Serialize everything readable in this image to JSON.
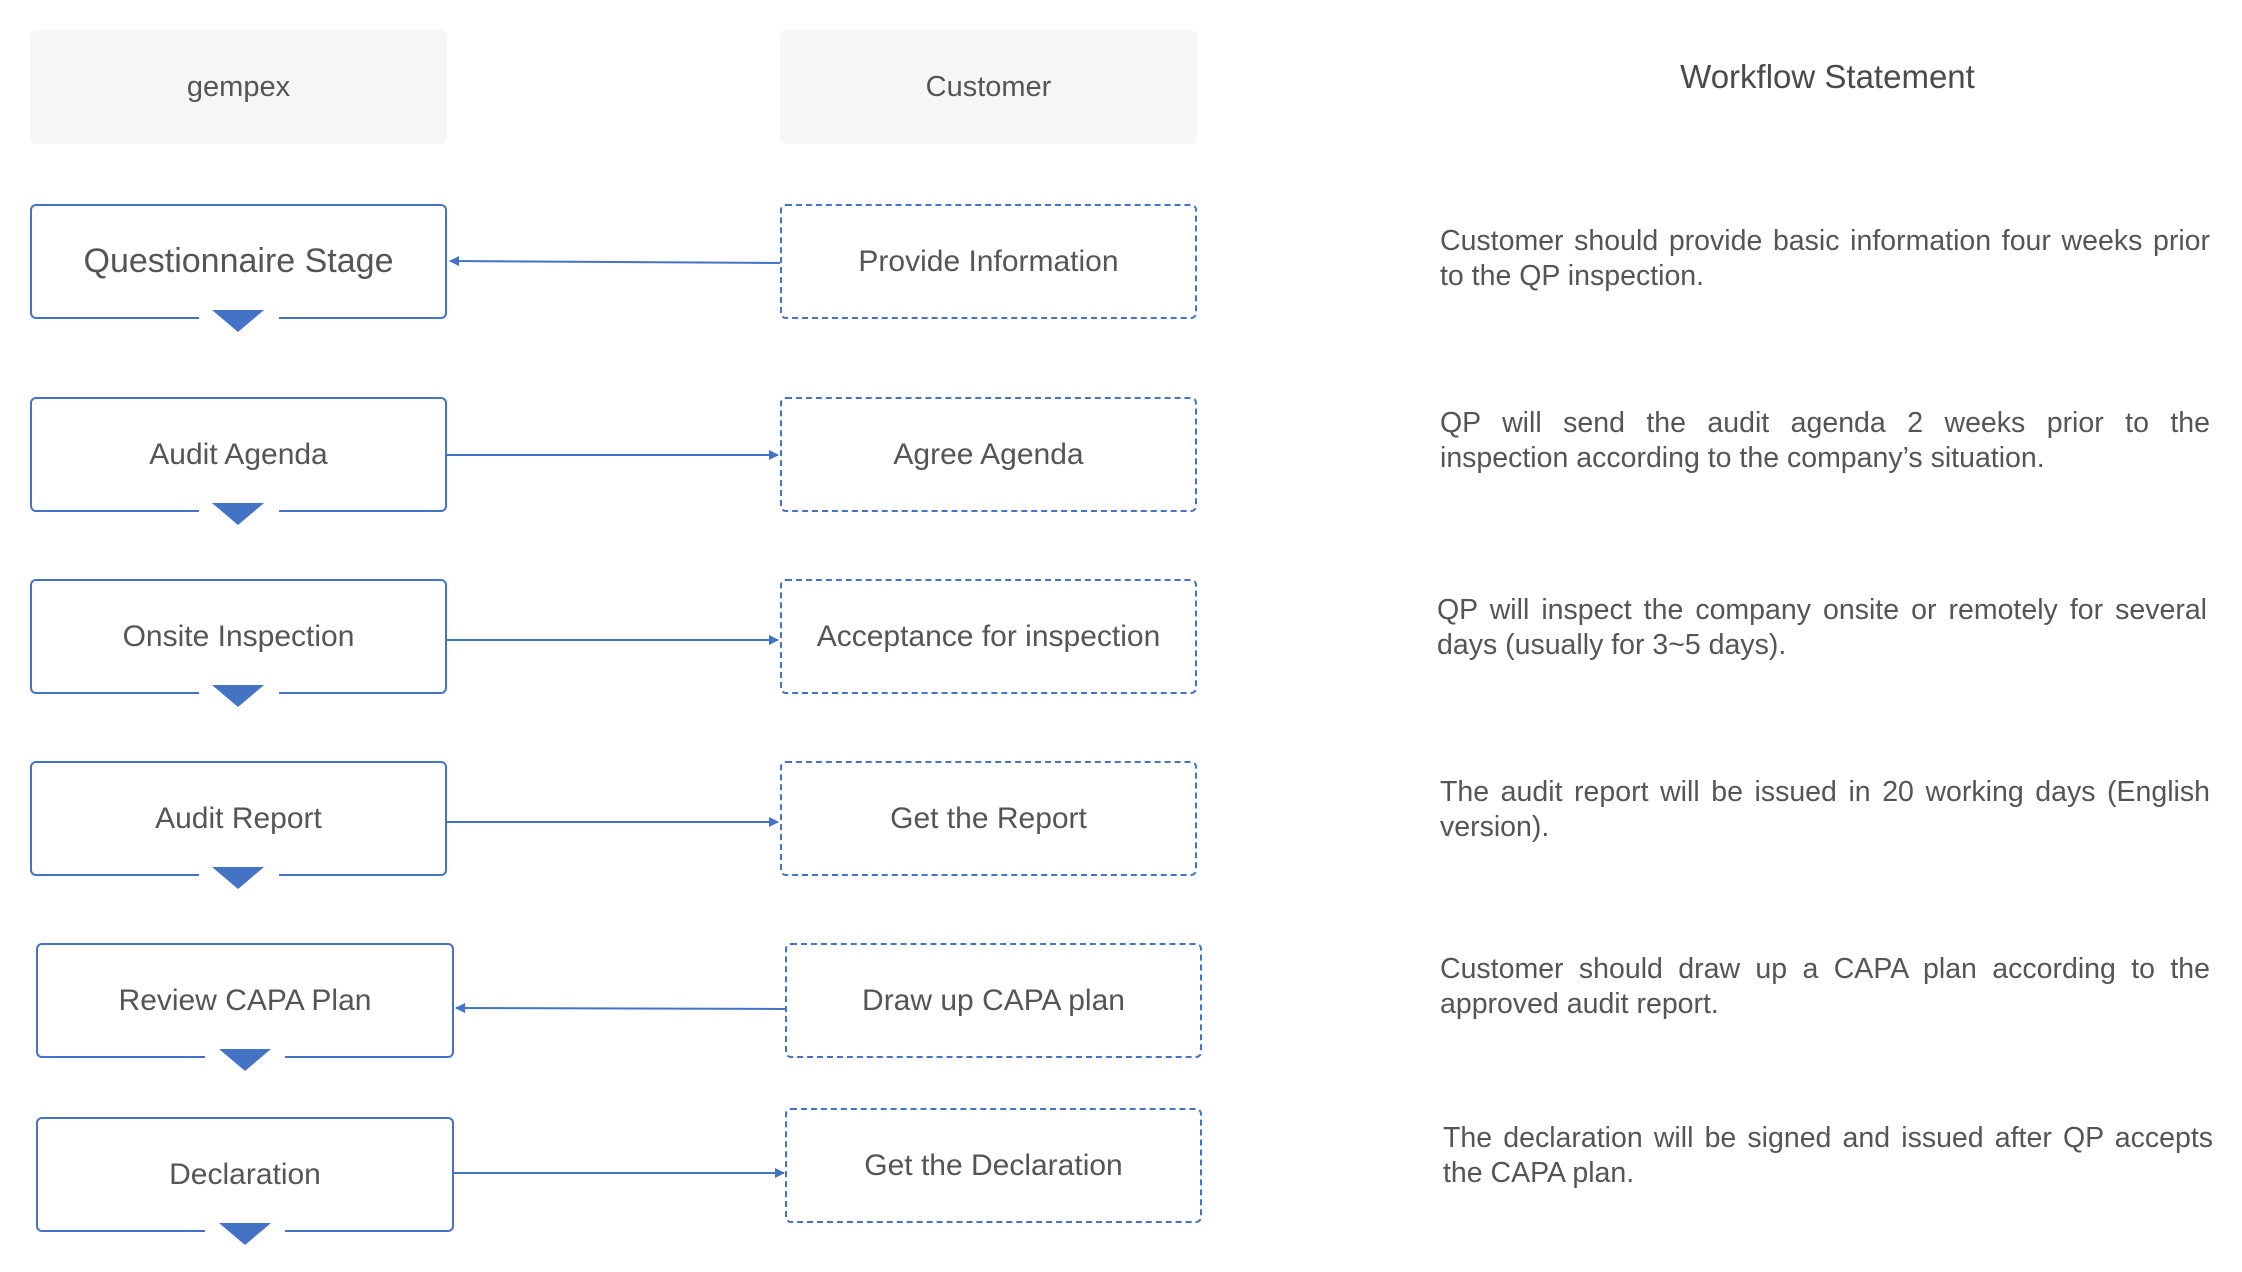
{
  "headers": {
    "left": "gempex",
    "middle": "Customer",
    "right": "Workflow Statement"
  },
  "steps": [
    {
      "gempex": "Questionnaire Stage",
      "customer": "Provide Information",
      "direction": "to-gempex",
      "statement": "Customer should provide basic information four weeks prior to the QP inspection."
    },
    {
      "gempex": "Audit Agenda",
      "customer": "Agree Agenda",
      "direction": "to-customer",
      "statement": "QP will send the audit agenda 2 weeks prior to the inspection according to the company’s situation."
    },
    {
      "gempex": "Onsite Inspection",
      "customer": "Acceptance for inspection",
      "direction": "to-customer",
      "statement": "QP will inspect the company onsite or remotely for several days (usually for 3~5 days)."
    },
    {
      "gempex": "Audit Report",
      "customer": "Get the Report",
      "direction": "to-customer",
      "statement": "The audit report will be issued in 20 working days (English version)."
    },
    {
      "gempex": "Review CAPA Plan",
      "customer": "Draw up CAPA plan",
      "direction": "to-gempex",
      "statement": "Customer should draw up a CAPA plan according to the approved audit report."
    },
    {
      "gempex": "Declaration",
      "customer": "Get the Declaration",
      "direction": "to-customer",
      "statement": "The declaration will be signed and issued after QP accepts the CAPA plan."
    }
  ],
  "colors": {
    "accent": "#4472c4",
    "header_bg": "#f5f6f8",
    "text": "#555555"
  }
}
